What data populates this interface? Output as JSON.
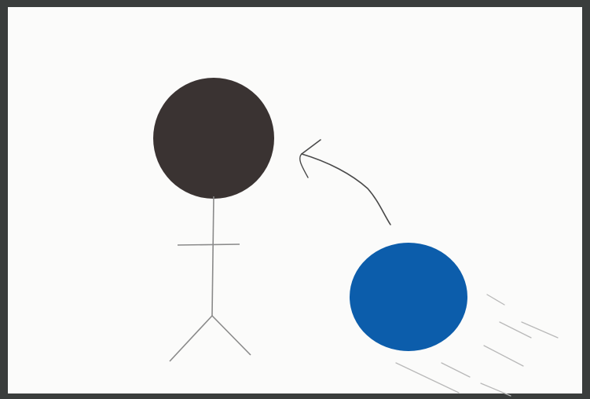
{
  "scene": {
    "frame_color": "#3a3d3c",
    "paper_color": "#fbfbfa",
    "head_color": "#3a3332",
    "ball_color": "#0c5dab",
    "line_color": "#8a8a8a",
    "arrow_color": "#4a4a4a",
    "elements": [
      "stick-figure",
      "ball",
      "arrow",
      "motion-lines"
    ]
  }
}
